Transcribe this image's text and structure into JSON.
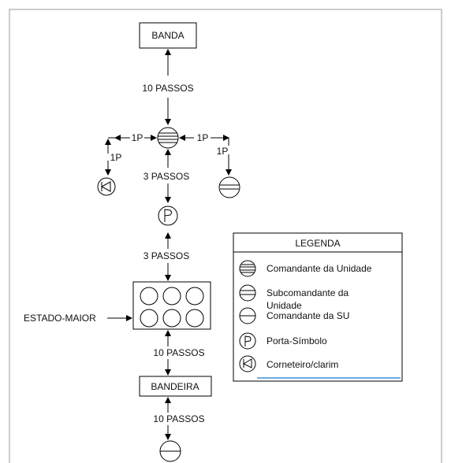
{
  "boxes": {
    "banda": "BANDA",
    "bandeira": "BANDEIRA"
  },
  "labels": {
    "dist_banda": "10 PASSOS",
    "lateral_left_h": "1P",
    "lateral_left_v": "1P",
    "lateral_right_h": "1P",
    "lateral_right_v": "1P",
    "dist_porta_simbolo": "3 PASSOS",
    "dist_estado_maior": "3 PASSOS",
    "estado_maior": "ESTADO-MAIOR",
    "dist_bandeira": "10 PASSOS",
    "dist_su": "10 PASSOS"
  },
  "legend": {
    "title": "LEGENDA",
    "items": [
      {
        "icon": "comandante-unidade-icon",
        "label": "Comandante da Unidade"
      },
      {
        "icon": "subcomandante-icon",
        "label": "Subcomandante da Unidade"
      },
      {
        "icon": "comandante-su-icon",
        "label": "Comandante da SU"
      },
      {
        "icon": "porta-simbolo-icon",
        "label": "Porta-Símbolo"
      },
      {
        "icon": "corneteiro-icon",
        "label": "Corneteiro/clarim"
      }
    ]
  },
  "colors": {
    "line": "#000000",
    "legend_underline": "#3a8fd6",
    "frame": "#999999"
  }
}
